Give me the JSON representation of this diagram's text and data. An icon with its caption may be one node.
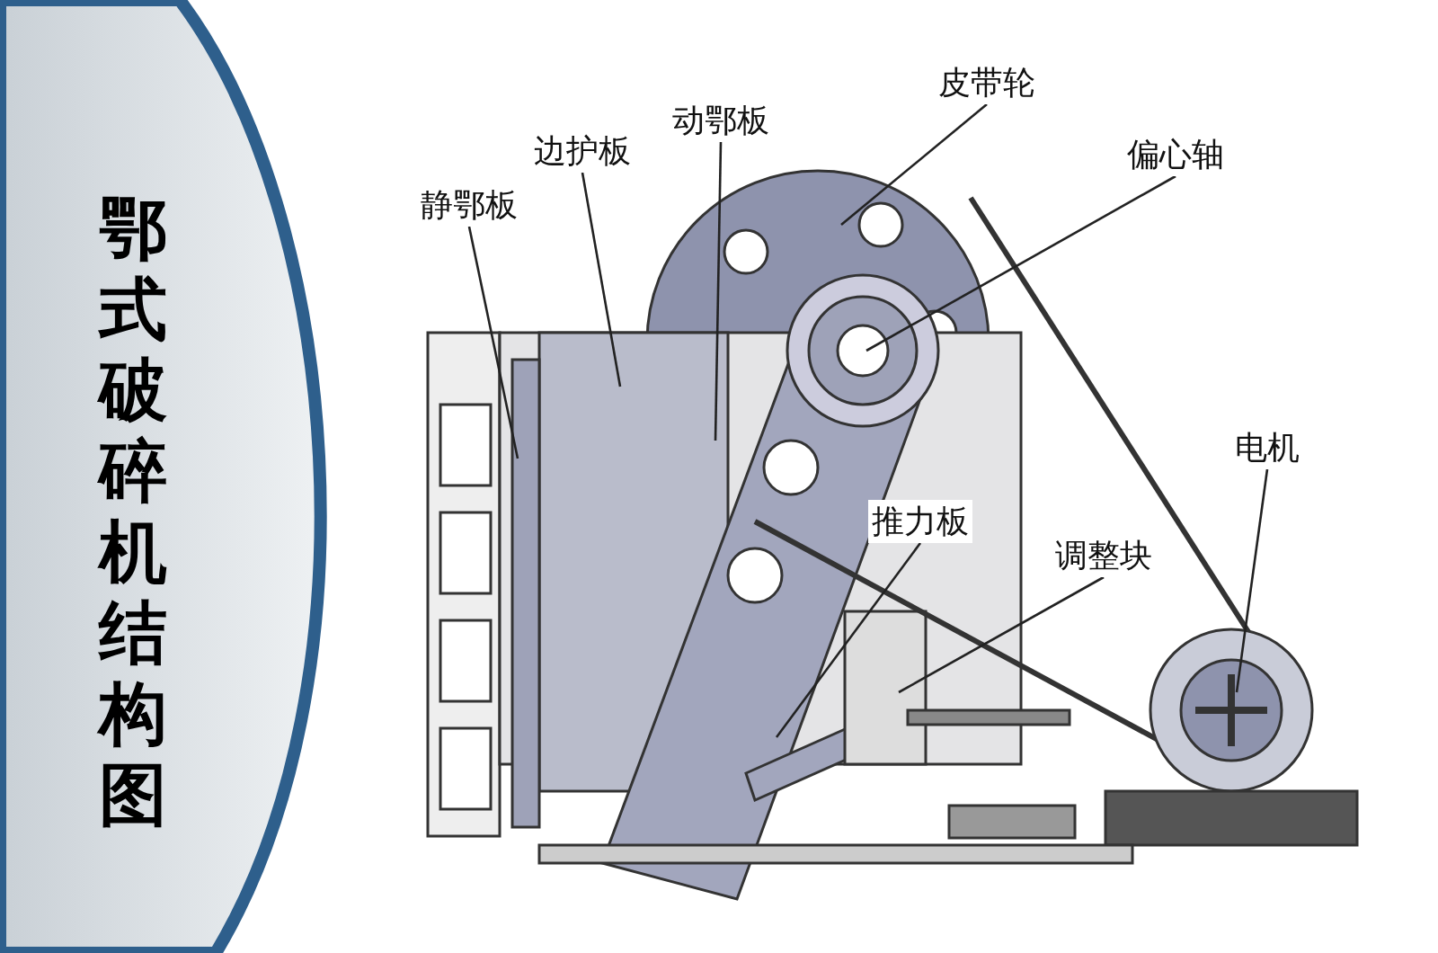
{
  "diagram": {
    "title": "鄂式破碎机结构图",
    "nodes": [
      {
        "text": [
          "静鄂板"
        ]
      },
      {
        "text": [
          "边护板"
        ]
      },
      {
        "text": [
          "动鄂板"
        ]
      },
      {
        "text": [
          "皮带轮"
        ]
      },
      {
        "text": [
          "偏心轴"
        ]
      },
      {
        "text": [
          "电机"
        ]
      },
      {
        "text": [
          "推力板"
        ]
      },
      {
        "text": [
          "调整块"
        ]
      }
    ],
    "edges": [
      {
        "from": 0,
        "to": null,
        "arrow": "none"
      },
      {
        "from": 1,
        "to": null,
        "arrow": "none"
      },
      {
        "from": 2,
        "to": null,
        "arrow": "none"
      },
      {
        "from": 3,
        "to": null,
        "arrow": "none"
      },
      {
        "from": 4,
        "to": null,
        "arrow": "none"
      },
      {
        "from": 5,
        "to": null,
        "arrow": "none"
      },
      {
        "from": 6,
        "to": null,
        "arrow": "none"
      },
      {
        "from": 7,
        "to": null,
        "arrow": "none"
      }
    ]
  }
}
